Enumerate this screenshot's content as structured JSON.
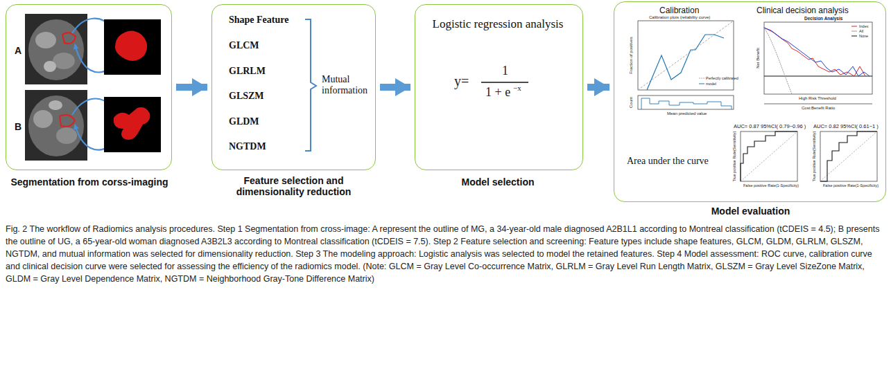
{
  "diagram": {
    "caption": "Fig. 2 The workflow of Radiomics analysis procedures. Step 1 Segmentation from cross-image: A represent the outline of MG, a 34-year-old male diagnosed A2B1L1 according to Montreal classification (tCDEIS = 4.5); B presents the outline of UG, a 65-year-old woman diagnosed A3B2L3 according to Montreal classification (tCDEIS = 7.5). Step 2 Feature selection and screening: Feature types include shape features, GLCM, GLDM, GLRLM, GLSZM, NGTDM, and mutual information was selected for dimensionality reduction. Step 3 The modeling approach: Logistic analysis was selected to model the retained features. Step 4 Model assessment: ROC curve, calibration curve and clinical decision curve were selected for assessing the efficiency of the radiomics model. (Note: GLCM = Gray Level Co-occurrence Matrix, GLRLM = Gray Level Run Length Matrix, GLSZM = Gray Level SizeZone Matrix, GLDM = Gray Level Dependence Matrix, NGTDM = Neighborhood Gray-Tone Difference Matrix)",
    "nodes": [
      {
        "text": [
          "A",
          "B",
          "Segmentation from corss-imaging"
        ]
      },
      {
        "text": [
          "Shape Feature",
          "GLCM",
          "GLRLM",
          "GLSZM",
          "GLDM",
          "NGTDM",
          "Mutual information",
          "Feature selection and dimensionality reduction"
        ]
      },
      {
        "text": [
          "Logistic regression analysis",
          "Model selection"
        ]
      },
      {
        "text": [
          "Calibration",
          "Clinical decision analysis",
          "Area under the curve",
          "AUC= 0.87 95%CI( 0.79~0.96 )",
          "AUC= 0.82 95%CI( 0.61~1 )",
          "Model evaluation"
        ]
      }
    ],
    "edges": [
      {
        "from": 0,
        "to": 1,
        "arrow": "to"
      },
      {
        "from": 1,
        "to": 2,
        "arrow": "to"
      },
      {
        "from": 2,
        "to": 3,
        "arrow": "to"
      }
    ],
    "labels": [
      "y=",
      "1",
      "1 + e",
      "−x",
      "Calibration plots (reliability curve)",
      "Fraction of positives",
      "Count",
      "Mean predicted value",
      "Perfectly calibrated",
      "model",
      "Decision Analysis",
      "Net Benefit",
      "High Risk Threshold",
      "Cost:Benefit Ratio",
      "Index",
      "All",
      "None",
      "True positive Rate(Sensitivity)",
      "False positive Rate(1-Specificity)",
      "True positive Rate(Sensitivity)",
      "False positive Rate(1-Specificity)"
    ]
  }
}
